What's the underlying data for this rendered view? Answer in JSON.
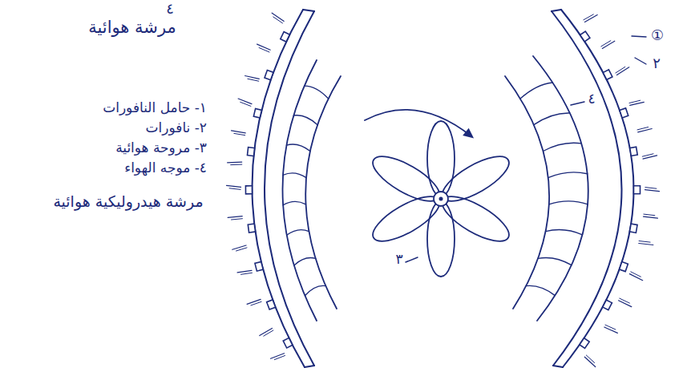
{
  "diagram": {
    "title": "مرشة هوائية",
    "caption": "مرشة هيدروليكية هوائية",
    "labels": [
      "٤",
      "١- حامل النافورات",
      "٢- نافورات",
      "٣- مروحة هوائية",
      "٤- موجه الهواء",
      "٤",
      "٣",
      "①",
      "٢"
    ]
  }
}
